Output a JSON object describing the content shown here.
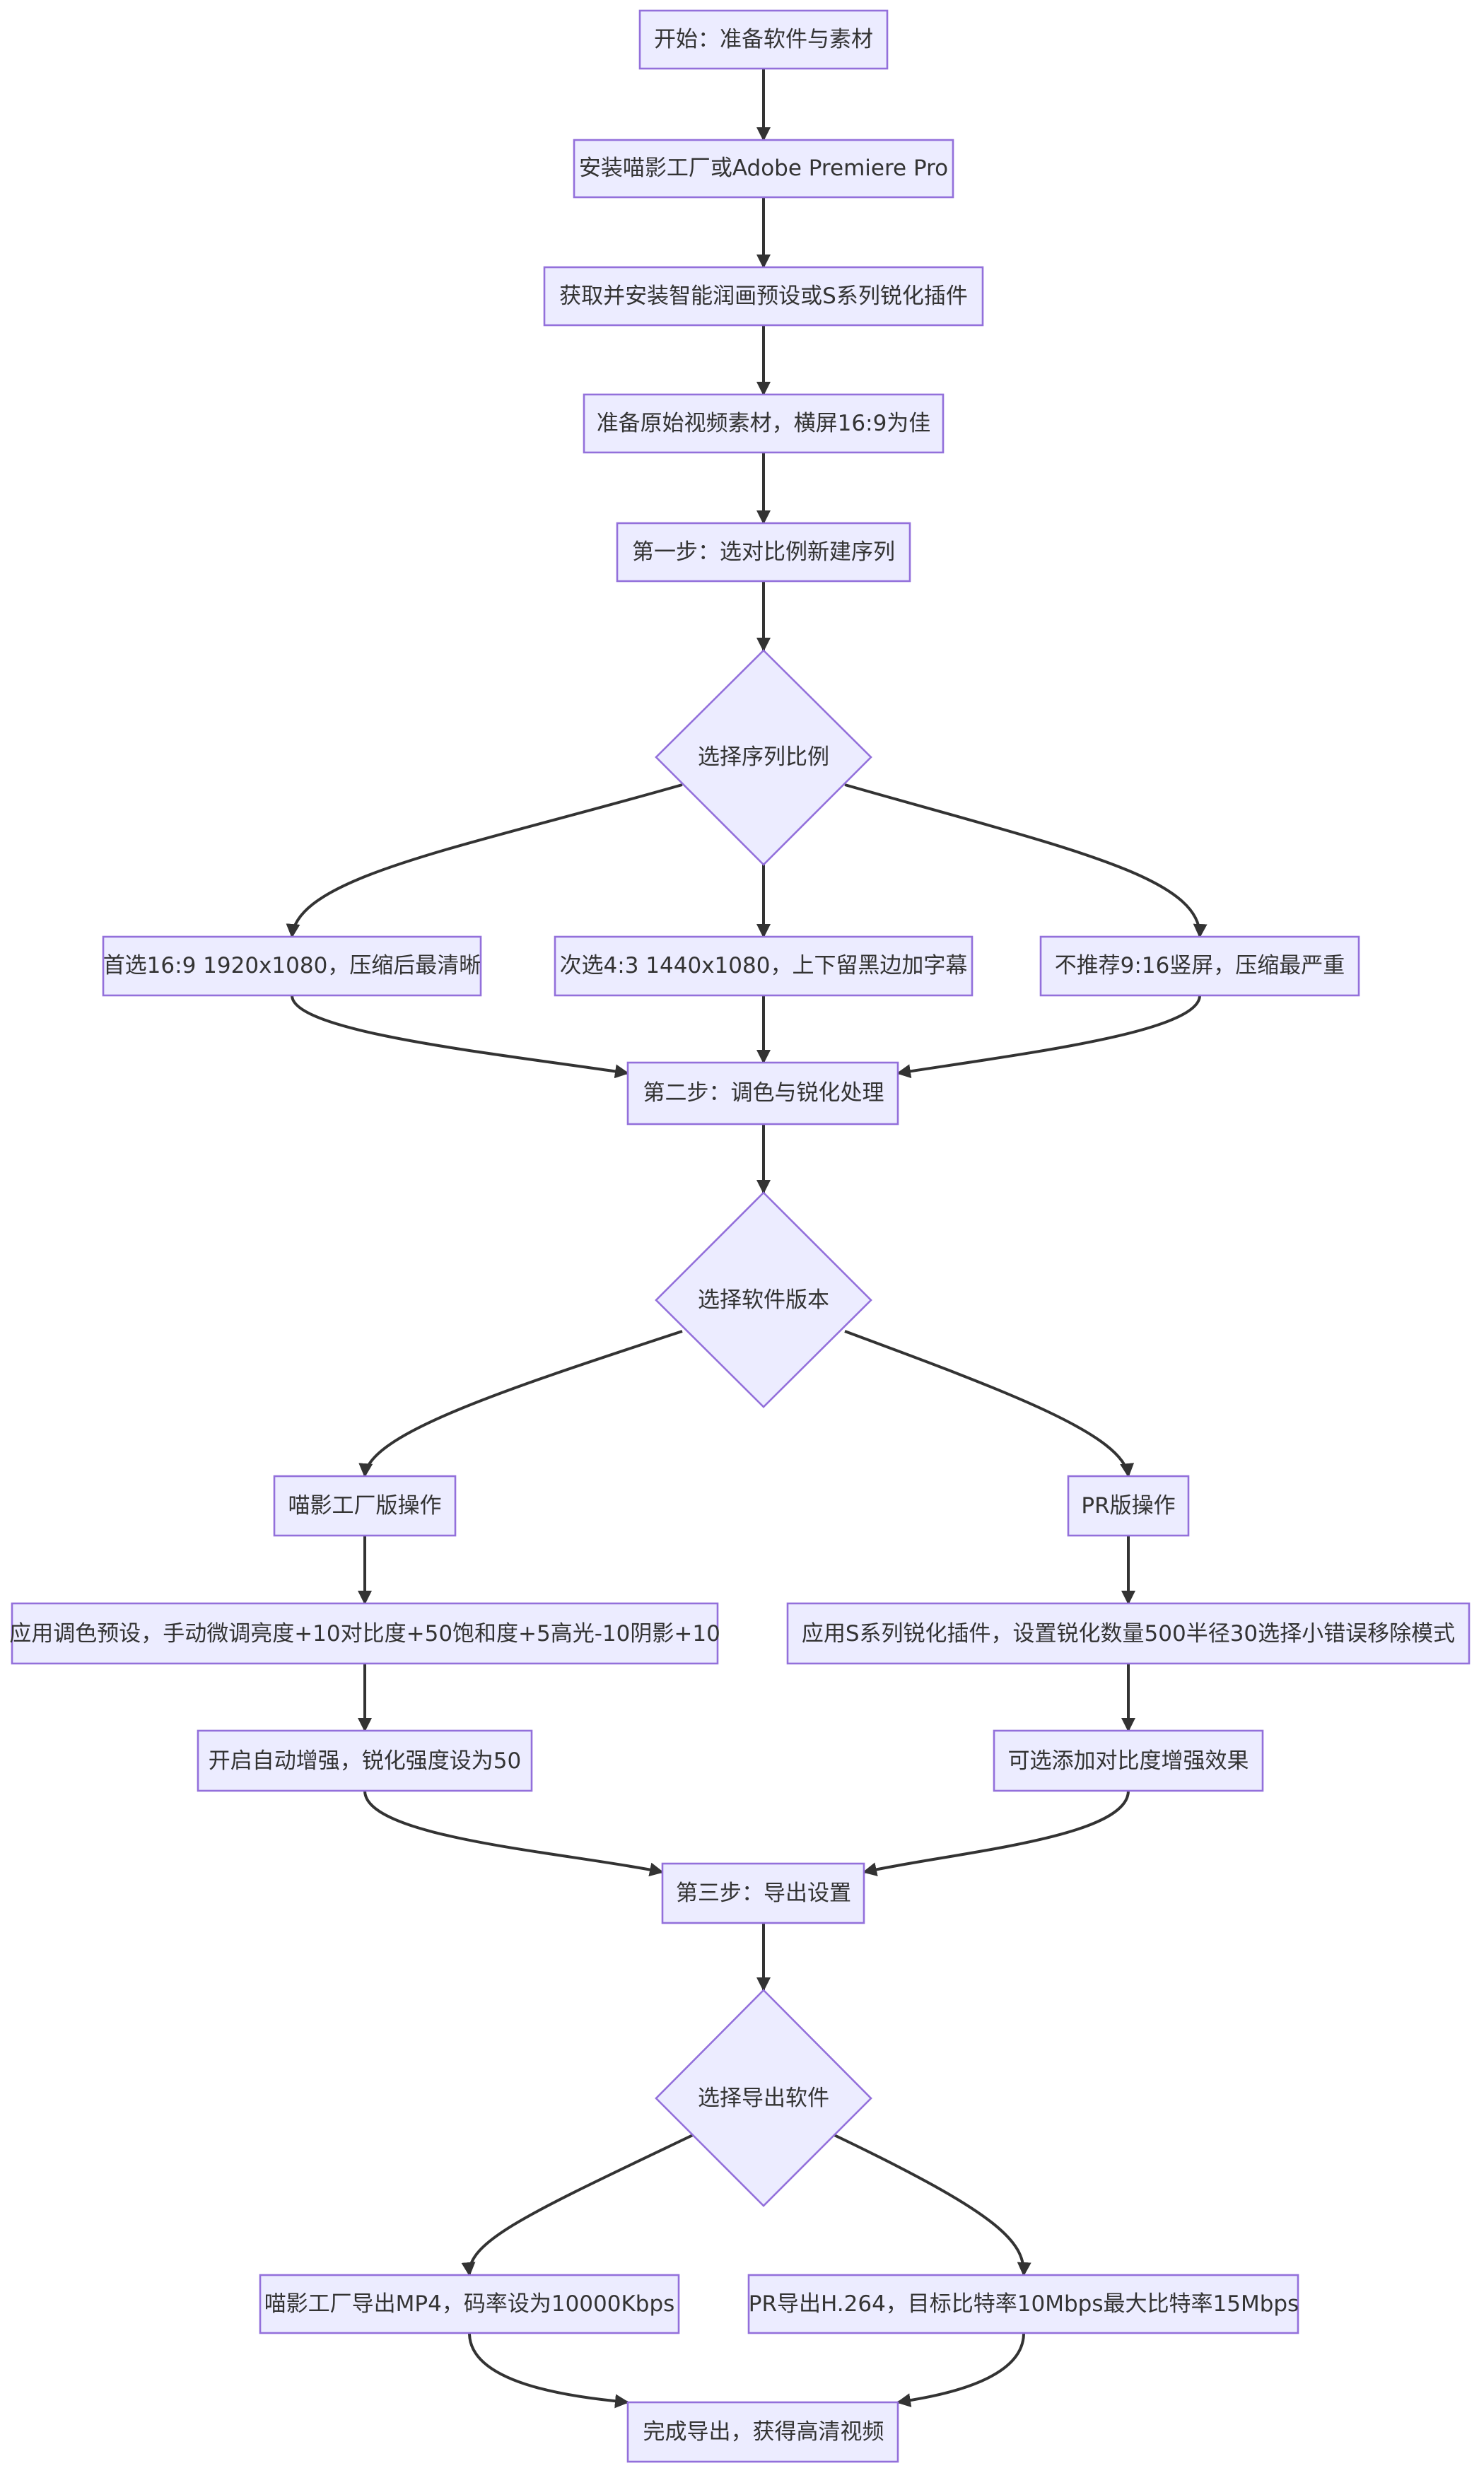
{
  "diagram": {
    "type": "flowchart",
    "colors": {
      "node_fill": "#ECECFF",
      "node_border": "#9370DB",
      "edge": "#333333",
      "text": "#333333"
    },
    "nodes": {
      "start": "开始：准备软件与素材",
      "install": "安装喵影工厂或Adobe Premiere Pro",
      "plugin": "获取并安装智能润画预设或S系列锐化插件",
      "footage": "准备原始视频素材，横屏16:9为佳",
      "step1": "第一步：选对比例新建序列",
      "ratio_decision": "选择序列比例",
      "ratio_169": "首选16:9 1920x1080，压缩后最清晰",
      "ratio_43": "次选4:3 1440x1080，上下留黑边加字幕",
      "ratio_916": "不推荐9:16竖屏，压缩最严重",
      "step2": "第二步：调色与锐化处理",
      "software_decision": "选择软件版本",
      "miao_ops": "喵影工厂版操作",
      "pr_ops": "PR版操作",
      "miao_color": "应用调色预设，手动微调亮度+10对比度+50饱和度+5高光-10阴影+10",
      "pr_sharpen": "应用S系列锐化插件，设置锐化数量500半径30选择小错误移除模式",
      "miao_enhance": "开启自动增强，锐化强度设为50",
      "pr_contrast": "可选添加对比度增强效果",
      "step3": "第三步：导出设置",
      "export_decision": "选择导出软件",
      "miao_export": "喵影工厂导出MP4，码率设为10000Kbps",
      "pr_export": "PR导出H.264，目标比特率10Mbps最大比特率15Mbps",
      "done": "完成导出，获得高清视频"
    }
  }
}
